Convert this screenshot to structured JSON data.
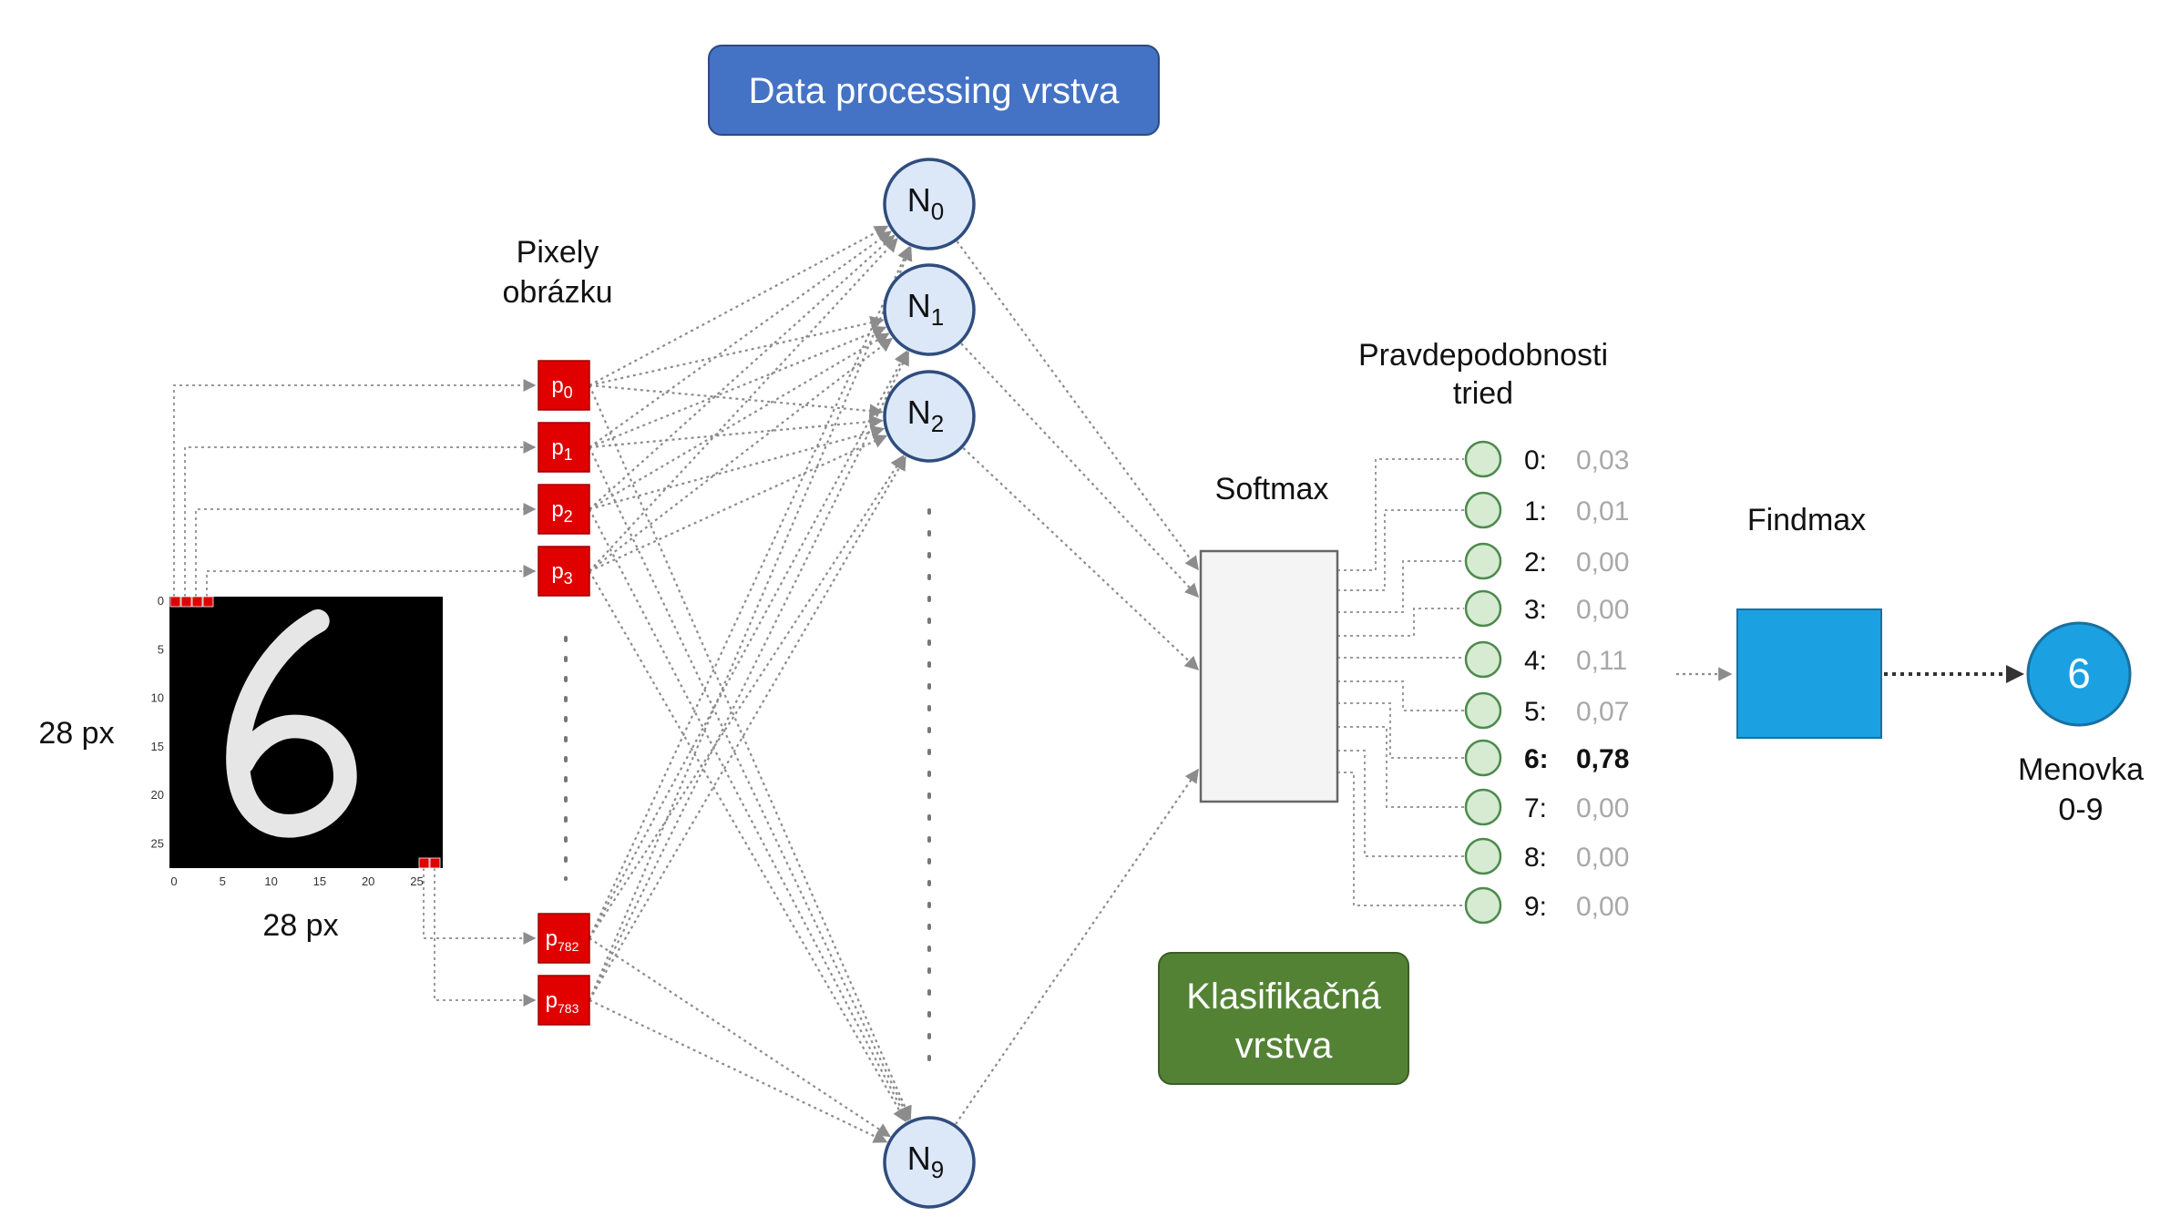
{
  "layers": {
    "data_processing": "Data processing vrstva",
    "classification": [
      "Klasifikačná",
      "vrstva"
    ]
  },
  "labels": {
    "pixels": [
      "Pixely",
      "obrázku"
    ],
    "image_height": "28 px",
    "image_width": "28 px",
    "probabilities": [
      "Pravdepodobnosti",
      "tried"
    ],
    "softmax": "Softmax",
    "findmax": "Findmax",
    "output": [
      "Menovka",
      "0-9"
    ]
  },
  "image_axis": {
    "y_ticks": [
      "0",
      "5",
      "10",
      "15",
      "20",
      "25"
    ],
    "x_ticks": [
      "0",
      "5",
      "10",
      "15",
      "20",
      "25"
    ]
  },
  "pixels": [
    {
      "base": "p",
      "sub": "0"
    },
    {
      "base": "p",
      "sub": "1"
    },
    {
      "base": "p",
      "sub": "2"
    },
    {
      "base": "p",
      "sub": "3"
    },
    {
      "base": "p",
      "sub": "782"
    },
    {
      "base": "p",
      "sub": "783"
    }
  ],
  "neurons": [
    {
      "base": "N",
      "sub": "0"
    },
    {
      "base": "N",
      "sub": "1"
    },
    {
      "base": "N",
      "sub": "2"
    },
    {
      "base": "N",
      "sub": "9"
    }
  ],
  "classes": [
    {
      "label": "0:",
      "value": "0,03",
      "highlight": false
    },
    {
      "label": "1:",
      "value": "0,01",
      "highlight": false
    },
    {
      "label": "2:",
      "value": "0,00",
      "highlight": false
    },
    {
      "label": "3:",
      "value": "0,00",
      "highlight": false
    },
    {
      "label": "4:",
      "value": "0,11",
      "highlight": false
    },
    {
      "label": "5:",
      "value": "0,07",
      "highlight": false
    },
    {
      "label": "6:",
      "value": "0,78",
      "highlight": true
    },
    {
      "label": "7:",
      "value": "0,00",
      "highlight": false
    },
    {
      "label": "8:",
      "value": "0,00",
      "highlight": false
    },
    {
      "label": "9:",
      "value": "0,00",
      "highlight": false
    }
  ],
  "result": "6",
  "colors": {
    "data_processing_box": "#4472c4",
    "classification_box": "#548235",
    "pixel_box": "#e00000",
    "neuron_fill": "#dce8f8",
    "neuron_stroke": "#2f4d7e",
    "class_node_fill": "#d6ebd2",
    "class_node_stroke": "#4d8a4d",
    "findmax_box": "#1ba1e2",
    "result_node": "#1ba1e2"
  }
}
